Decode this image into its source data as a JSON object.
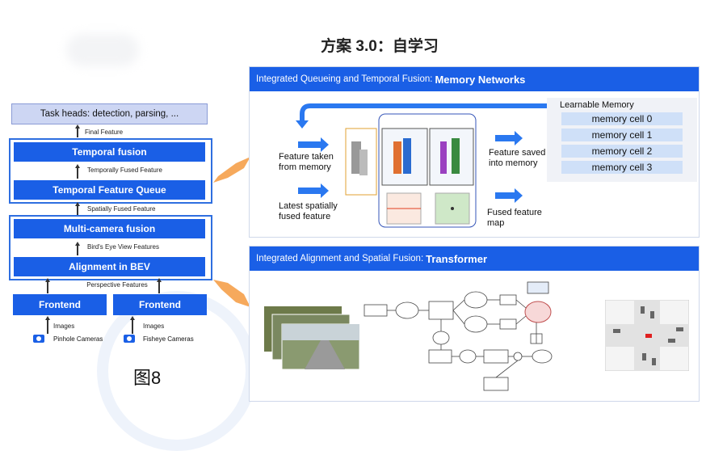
{
  "title": "方案 3.0：自学习",
  "figure_label": "图8",
  "left_diagram": {
    "task_heads": "Task heads: detection, parsing, ...",
    "final_feature": "Final Feature",
    "temporal_fusion": "Temporal fusion",
    "temporally_fused": "Temporally Fused Feature",
    "temporal_queue": "Temporal Feature Queue",
    "spatially_fused": "Spatially Fused Feature",
    "multi_camera": "Multi-camera fusion",
    "bev_features": "Bird's Eye View Features",
    "alignment": "Alignment in BEV",
    "perspective": "Perspective Features",
    "frontend_left": "Frontend",
    "frontend_right": "Frontend",
    "images_left": "Images",
    "images_right": "Images",
    "pinhole": "Pinhole Cameras",
    "fisheye": "Fisheye Cameras"
  },
  "memory_panel": {
    "header_prefix": "Integrated Queueing and Temporal Fusion:",
    "header_bold": "Memory Networks",
    "feature_taken": "Feature taken from memory",
    "latest_spatial": "Latest spatially fused feature",
    "feature_saved": "Feature saved into memory",
    "fused_map": "Fused feature map",
    "learnable_memory": "Learnable Memory",
    "cells": [
      "memory cell 0",
      "memory cell 1",
      "memory cell 2",
      "memory cell 3"
    ]
  },
  "transformer_panel": {
    "header_prefix": "Integrated Alignment and Spatial Fusion:",
    "header_bold": "Transformer"
  },
  "colors": {
    "accent": "#1a5fe6",
    "orange": "#f5a04a",
    "light_box": "#cdd6f3"
  }
}
